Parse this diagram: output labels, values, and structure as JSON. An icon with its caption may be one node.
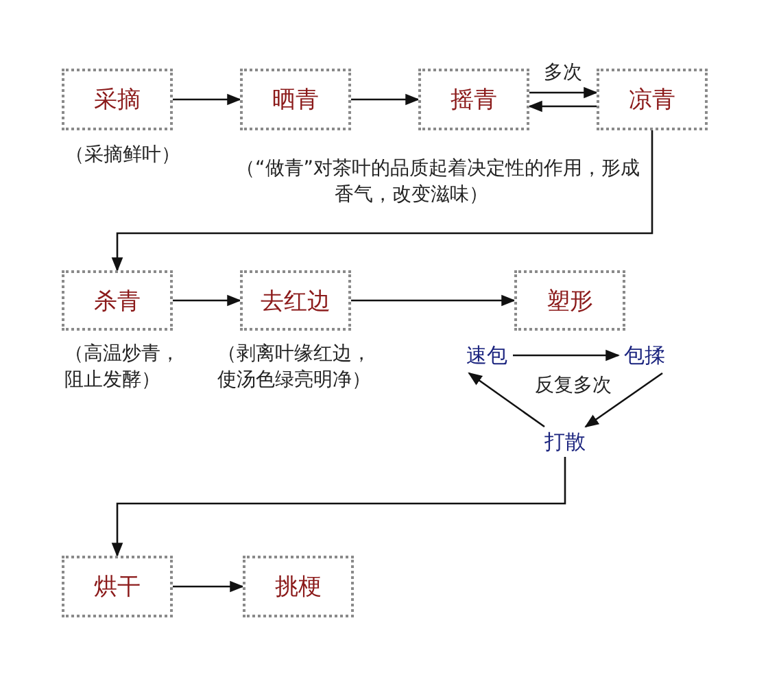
{
  "diagram": {
    "nodes": [
      {
        "text": [
          "采摘"
        ],
        "beside": [
          "（采摘鲜叶）"
        ]
      },
      {
        "text": [
          "晒青"
        ]
      },
      {
        "text": [
          "摇青"
        ]
      },
      {
        "text": [
          "凉青"
        ]
      },
      {
        "text": [
          "杀青"
        ],
        "beside": [
          "（高温炒青，阻止发酵）"
        ]
      },
      {
        "text": [
          "去红边"
        ],
        "beside": [
          "（剥离叶缘红边，使汤色绿亮明净）"
        ]
      },
      {
        "text": [
          "塑形"
        ]
      },
      {
        "text": [
          "速包"
        ]
      },
      {
        "text": [
          "包揉"
        ]
      },
      {
        "text": [
          "打散"
        ]
      },
      {
        "text": [
          "烘干"
        ]
      },
      {
        "text": [
          "挑梗"
        ]
      }
    ],
    "edges": [
      {
        "from": 0,
        "to": 1,
        "arrow": "to"
      },
      {
        "from": 1,
        "to": 2,
        "arrow": "to"
      },
      {
        "from": 2,
        "to": 3,
        "arrow": "to",
        "label": "多次"
      },
      {
        "from": 3,
        "to": 2,
        "arrow": "to"
      },
      {
        "from": 3,
        "to": 4,
        "arrow": "to"
      },
      {
        "from": 4,
        "to": 5,
        "arrow": "to"
      },
      {
        "from": 5,
        "to": 6,
        "arrow": "to"
      },
      {
        "from": 7,
        "to": 8,
        "arrow": "to"
      },
      {
        "from": 8,
        "to": 9,
        "arrow": "to"
      },
      {
        "from": 9,
        "to": 7,
        "arrow": "to"
      },
      {
        "from": 9,
        "to": 10,
        "arrow": "to"
      },
      {
        "from": 10,
        "to": 11,
        "arrow": "to"
      }
    ],
    "labels": [
      "（“做青”对茶叶的品质起着决定性的作用，形成香气，改变滋味）",
      "反复多次"
    ]
  }
}
